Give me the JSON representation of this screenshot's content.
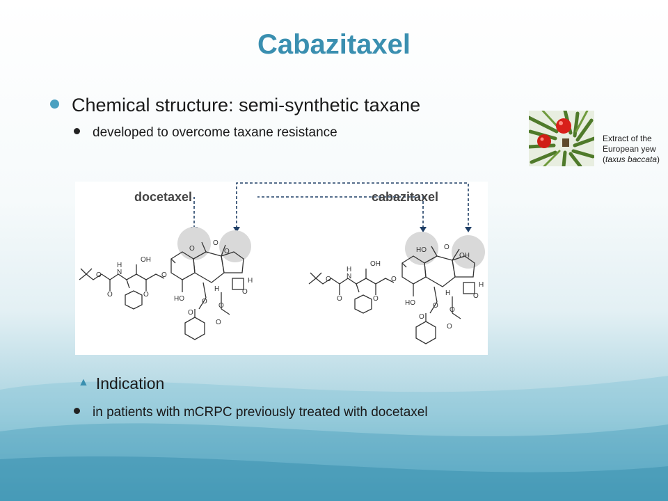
{
  "slide": {
    "title": "Cabazitaxel",
    "bullets": {
      "structure": "Chemical structure: semi-synthetic taxane",
      "structure_detail": "developed to overcome taxane resistance",
      "indication": "Indication",
      "indication_detail": "in patients with mCRPC previously treated with docetaxel"
    },
    "figure": {
      "left_label": "docetaxel",
      "right_label": "cabazitaxel",
      "caption_line1": "Extract of the",
      "caption_line2": "European yew",
      "caption_open": "(",
      "caption_italic": "taxus baccata",
      "caption_close": ")"
    }
  },
  "colors": {
    "title": "#3a8fb0",
    "bullet_primary": "#4aa0c0",
    "highlight_circle": "#d8d8d8",
    "arrow": "#1f3f66"
  },
  "icons": [
    "bullet-dot-icon",
    "triangle-bullet-icon",
    "yew-berry-image"
  ]
}
